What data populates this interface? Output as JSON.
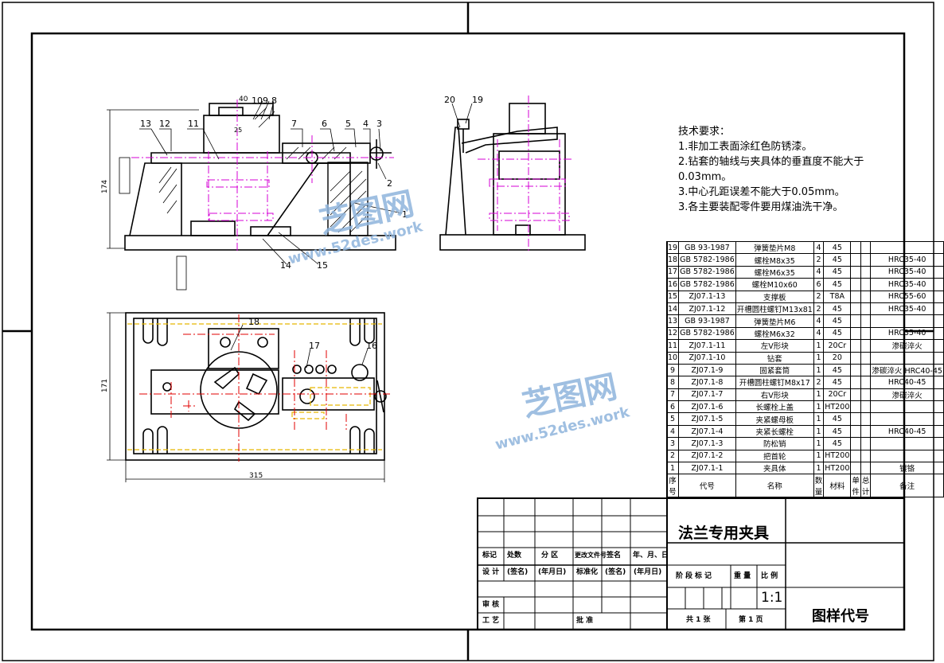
{
  "drawing": {
    "dims": {
      "height_front": "174",
      "height_top": "171",
      "width_top": "315",
      "dim_a": "40",
      "dim_b": "25"
    },
    "balloons": [
      "1",
      "2",
      "3",
      "4",
      "5",
      "6",
      "7",
      "8",
      "9",
      "10",
      "11",
      "12",
      "13",
      "14",
      "15",
      "16",
      "17",
      "18",
      "19",
      "20"
    ]
  },
  "tech_requirements": {
    "heading": "技术要求：",
    "items": [
      "1.非加工表面涂红色防锈漆。",
      "2.钻套的轴线与夹具体的垂直度不能大于",
      "0.03mm。",
      "3.中心孔距误差不能大于0.05mm。",
      "3.各主要装配零件要用煤油洗干净。"
    ]
  },
  "bom": {
    "rows": [
      [
        "19",
        "GB 93-1987",
        "弹簧垫片M8",
        "4",
        "45",
        "",
        "",
        ""
      ],
      [
        "18",
        "GB 5782-1986",
        "螺栓M8x35",
        "2",
        "45",
        "",
        "",
        "HRC35-40"
      ],
      [
        "17",
        "GB 5782-1986",
        "螺栓M6x35",
        "4",
        "45",
        "",
        "",
        "HRC35-40"
      ],
      [
        "16",
        "GB 5782-1986",
        "螺栓M10x60",
        "6",
        "45",
        "",
        "",
        "HRC35-40"
      ],
      [
        "15",
        "ZJ07.1-13",
        "支撑板",
        "2",
        "T8A",
        "",
        "",
        "HRC55-60"
      ],
      [
        "14",
        "ZJ07.1-12",
        "开槽圆柱螺钉M13x81",
        "2",
        "45",
        "",
        "",
        "HRC35-40"
      ],
      [
        "13",
        "GB 93-1987",
        "弹簧垫片M6",
        "4",
        "45",
        "",
        "",
        ""
      ],
      [
        "12",
        "GB 5782-1986",
        "螺栓M6x32",
        "4",
        "45",
        "",
        "",
        "HRC35-40"
      ],
      [
        "11",
        "ZJ07.1-11",
        "左V形块",
        "1",
        "20Cr",
        "",
        "",
        "渗碳淬火"
      ],
      [
        "10",
        "ZJ07.1-10",
        "钻套",
        "1",
        "20",
        "",
        "",
        ""
      ],
      [
        "9",
        "ZJ07.1-9",
        "固紧套筒",
        "1",
        "45",
        "",
        "",
        "渗碳淬火 HRC40-45"
      ],
      [
        "8",
        "ZJ07.1-8",
        "开槽圆柱螺钉M8x17",
        "2",
        "45",
        "",
        "",
        "HRC40-45"
      ],
      [
        "7",
        "ZJ07.1-7",
        "右V形块",
        "1",
        "20Cr",
        "",
        "",
        "渗碳淬火"
      ],
      [
        "6",
        "ZJ07.1-6",
        "长螺栓上盖",
        "1",
        "HT200",
        "",
        "",
        ""
      ],
      [
        "5",
        "ZJ07.1-5",
        "夹紧螺母板",
        "1",
        "45",
        "",
        "",
        ""
      ],
      [
        "4",
        "ZJ07.1-4",
        "夹紧长螺栓",
        "1",
        "45",
        "",
        "",
        "HRC40-45"
      ],
      [
        "3",
        "ZJ07.1-3",
        "防松销",
        "1",
        "45",
        "",
        "",
        ""
      ],
      [
        "2",
        "ZJ07.1-2",
        "把首轮",
        "1",
        "HT200",
        "",
        "",
        ""
      ],
      [
        "1",
        "ZJ07.1-1",
        "夹具体",
        "1",
        "HT200",
        "",
        "",
        "镀铬"
      ]
    ],
    "header": [
      "序号",
      "代号",
      "名称",
      "数量",
      "材料",
      "单件",
      "总计",
      "备注"
    ]
  },
  "title_block": {
    "title": "法兰专用夹具",
    "drawing_number": "图样代号",
    "scale": "1:1",
    "row_labels": [
      "标记",
      "处数",
      "分 区",
      "更改文件号",
      "签名",
      "年、月、日"
    ],
    "design_labels": [
      "设 计",
      "(签名)",
      "(年月日)",
      "标准化",
      "(签名)",
      "(年月日)"
    ],
    "stage_labels": [
      "阶段标记",
      "重 量",
      "比 例"
    ],
    "review": "审 核",
    "process": "工 艺",
    "approve": "批 准",
    "total_sheets": "共 1 张",
    "sheet_no": "第 1 页"
  },
  "watermark": {
    "brand": "芝图网",
    "url": "www.52des.work"
  }
}
